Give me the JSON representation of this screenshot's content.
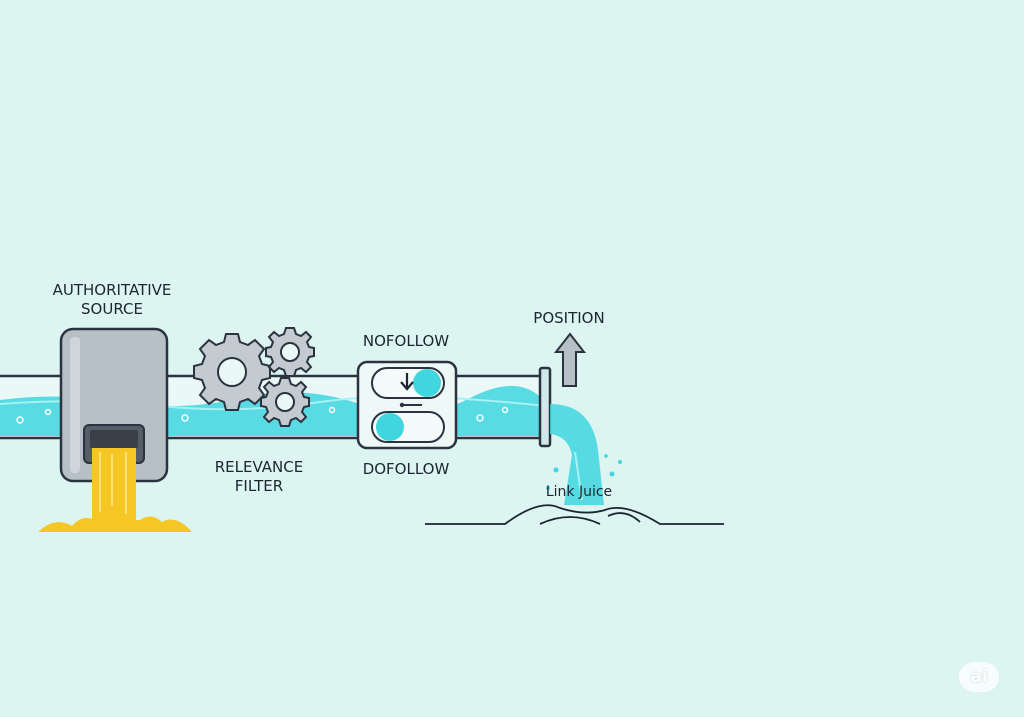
{
  "diagram": {
    "labels": {
      "source_line1": "AUTHORITATIVE",
      "source_line2": "SOURCE",
      "relevance_line1": "RELEVANCE",
      "relevance_line2": "FILTER",
      "nofollow": "NOFOLLOW",
      "dofollow": "DOFOLLOW",
      "position": "POSITION",
      "link_juice": "Link Juice"
    },
    "watermark": "ai",
    "icons": [
      "source-tank-icon",
      "gear-icon",
      "toggle-switch-icon",
      "up-arrow-icon",
      "water-flow-icon"
    ],
    "colors": {
      "background": "#dcf5f1",
      "water": "#3fd6e0",
      "gold_liquid": "#f6c624",
      "tank": "#b8c0c7",
      "outline": "#2b3340"
    }
  }
}
